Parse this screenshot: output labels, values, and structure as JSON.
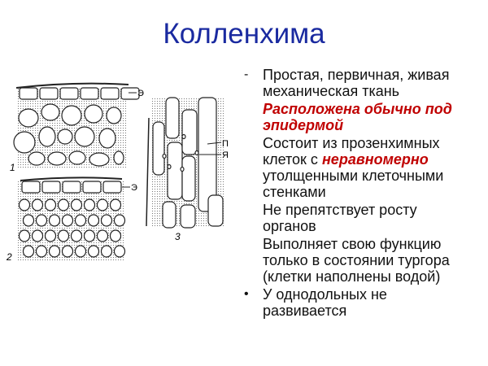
{
  "slide": {
    "title": "Колленхима",
    "title_color": "#1a2aa0",
    "accent_color": "#c00000",
    "figure": {
      "labels": {
        "epidermis_1": "Э",
        "epidermis_2": "Э",
        "fig1": "1",
        "fig2": "2",
        "fig3": "3",
        "p": "П",
        "ya": "Я"
      }
    },
    "items": [
      {
        "marker": "-",
        "lines": [
          "Простая, первичная, живая",
          "механическая ткань"
        ]
      },
      {
        "marker": "",
        "style": "red",
        "lines": [
          "Расположена обычно под",
          "эпидермой"
        ]
      },
      {
        "marker": "",
        "lines_rich": [
          [
            "Состоит из прозенхимных"
          ],
          [
            "клеток с ",
            "неравномерно"
          ],
          [
            "утолщенными клеточными"
          ],
          [
            "стенками"
          ]
        ]
      },
      {
        "marker": "",
        "lines": [
          "Не препятствует росту",
          "органов"
        ]
      },
      {
        "marker": "",
        "lines": [
          "Выполняет свою функцию",
          "только в состоянии тургора",
          "(клетки наполнены водой)"
        ]
      },
      {
        "marker": "•",
        "lines": [
          "У однодольных не",
          "развивается"
        ]
      }
    ]
  }
}
